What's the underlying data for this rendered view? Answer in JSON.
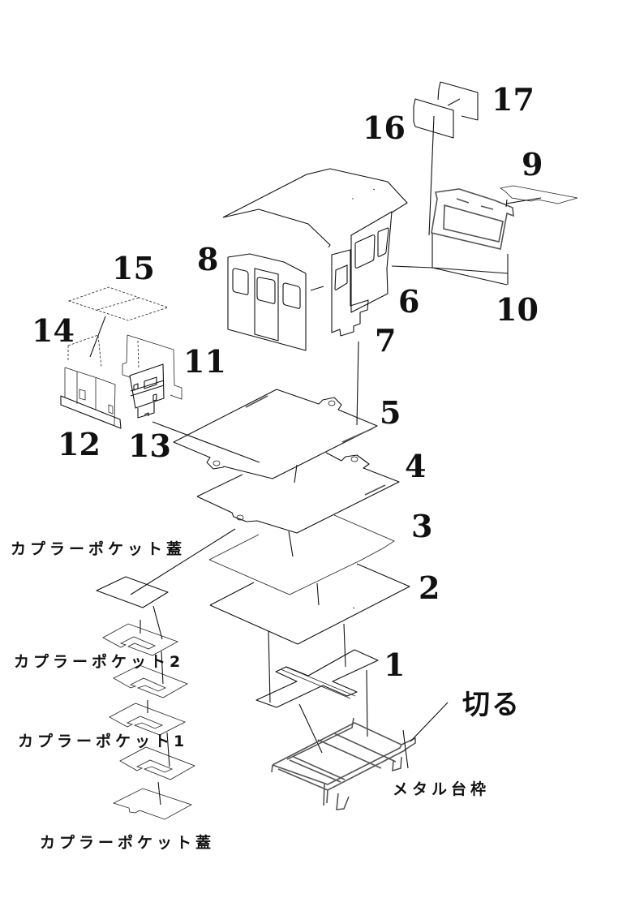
{
  "diagram": {
    "title": "Exploded assembly diagram of locomotive cab kit",
    "part_numbers": {
      "p1": "1",
      "p2": "2",
      "p3": "3",
      "p4": "4",
      "p5": "5",
      "p6": "6",
      "p7": "7",
      "p8": "8",
      "p9": "9",
      "p10": "10",
      "p11": "11",
      "p12": "12",
      "p13": "13",
      "p14": "14",
      "p15": "15",
      "p16": "16",
      "p17": "17"
    },
    "labels": {
      "coupler_pocket_lid_top": "カプラーポケット蓋",
      "coupler_pocket_2": "カプラーポケット2",
      "coupler_pocket_1": "カプラーポケット1",
      "coupler_pocket_lid_bottom": "カプラーポケット蓋",
      "cut": "切る",
      "metal_frame": "メタル台枠"
    },
    "colors": {
      "line": "#111111",
      "background": "#ffffff"
    }
  }
}
